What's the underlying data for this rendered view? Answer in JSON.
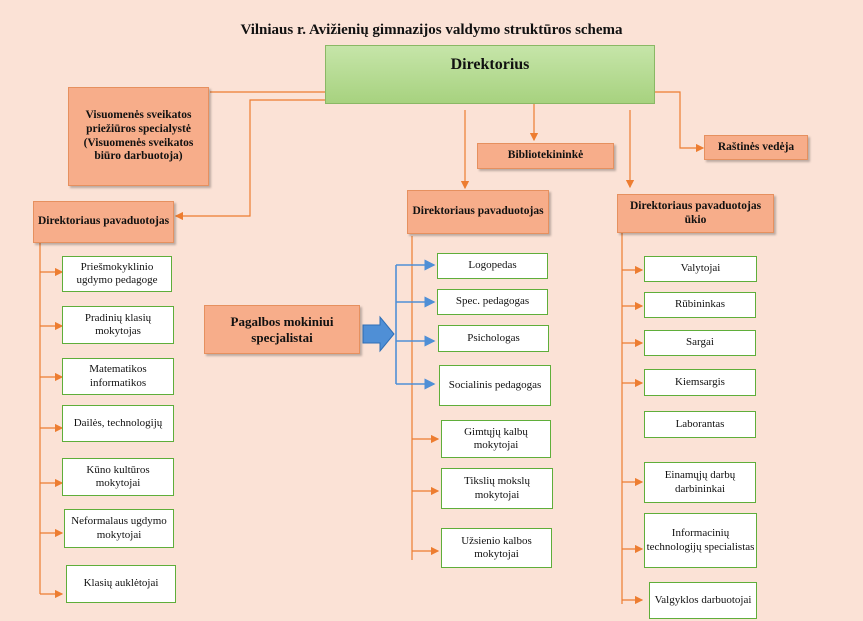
{
  "title": "Vilniaus r. Avižienių gimnazijos valdymo struktūros schema",
  "top": {
    "director": "Direktorius",
    "health_specialist": "Visuomenės sveikatos priežiūros specialystė (Visuomenės sveikatos biūro darbuotoja)",
    "librarian": "Bibliotekininkė",
    "office_manager": "Raštinės vedėja"
  },
  "deputy_left": {
    "label": "Direktoriaus pavaduotojas",
    "items": [
      "Priešmokyklinio ugdymo pedagoge",
      "Pradinių klasių mokytojas",
      "Matematikos informatikos",
      "Dailės, technologijų",
      "Kūno kultūros mokytojai",
      "Neformalaus ugdymo mokytojai",
      "Klasių auklėtojai"
    ]
  },
  "support": {
    "label": "Pagalbos mokiniui specjalistai"
  },
  "deputy_center": {
    "label": "Direktoriaus pavaduotojas",
    "support_items": [
      "Logopedas",
      "Spec. pedagogas",
      "Psichologas",
      "Socialinis pedagogas"
    ],
    "items": [
      "Gimtųjų kalbų mokytojai",
      "Tikslių mokslų mokytojai",
      "Užsienio kalbos mokytojai"
    ]
  },
  "deputy_right": {
    "label": "Direktoriaus pavaduotojas ūkio",
    "items": [
      "Valytojai",
      "Rūbininkas",
      "Sargai",
      "Kiemsargis",
      "Laborantas",
      "Einamųjų darbų darbininkai",
      "Informacinių technologijų specialistas",
      "Valgyklos darbuotojai"
    ]
  },
  "colors": {
    "peach": "#f7ad8a",
    "green": "#a7d27f",
    "line": "#ed7d31",
    "blue_arrow": "#4f8fd6",
    "background": "#fbe2d6"
  }
}
